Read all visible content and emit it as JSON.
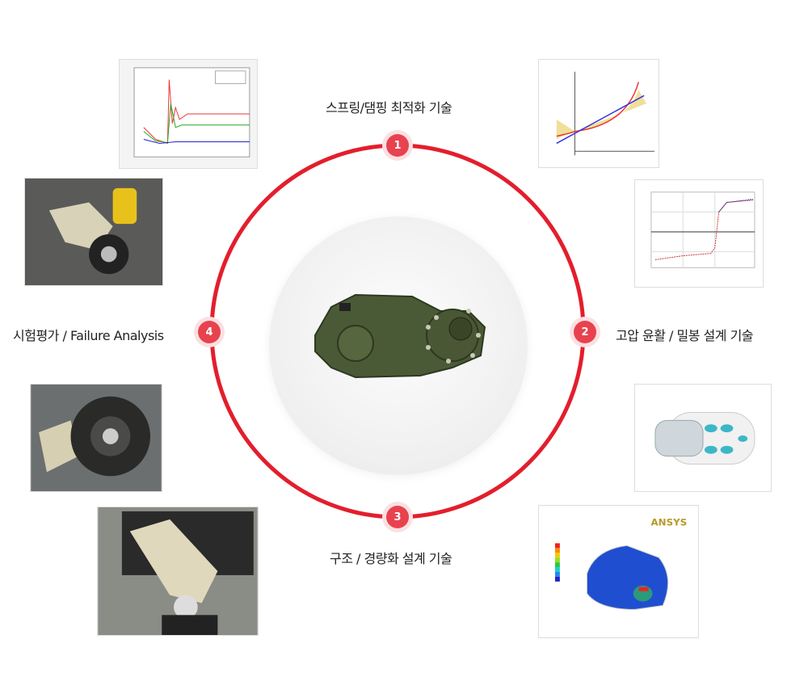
{
  "center": {
    "image": "transmission-gearbox-photo"
  },
  "steps": [
    {
      "number": "1",
      "label": "스프링/댐핑 최적화 기술"
    },
    {
      "number": "2",
      "label": "고압 윤활 / 밀봉 설계 기술"
    },
    {
      "number": "3",
      "label": "구조 / 경량화 설계 기술"
    },
    {
      "number": "4",
      "label": "시험평가 / Failure Analysis"
    }
  ],
  "images": {
    "ansys_logo": "ANSYS"
  },
  "colors": {
    "ring": "#e31e2d",
    "marker": "#e8424f",
    "marker_halo": "#fbe0e2"
  }
}
